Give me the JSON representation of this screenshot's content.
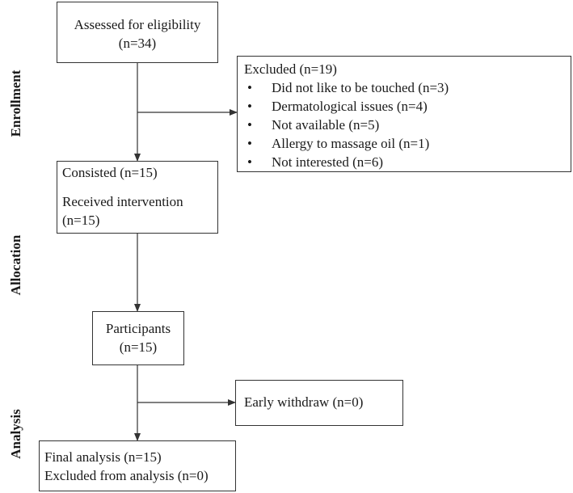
{
  "sections": {
    "enrollment": "Enrollment",
    "allocation": "Allocation",
    "analysis": "Analysis"
  },
  "assessed": {
    "line1": "Assessed for eligibility",
    "line2": "(n=34)"
  },
  "excluded": {
    "title": "Excluded (n=19)",
    "reasons": [
      "Did not like to be touched (n=3)",
      "Dermatological issues (n=4)",
      "Not available (n=5)",
      "Allergy to massage oil (n=1)",
      "Not interested (n=6)"
    ]
  },
  "consisted": {
    "line1": "Consisted (n=15)",
    "line2": "Received intervention",
    "line3": "(n=15)"
  },
  "participants": {
    "line1": "Participants",
    "line2": "(n=15)"
  },
  "withdraw": {
    "label": "Early withdraw (n=0)"
  },
  "final": {
    "line1": "Final analysis (n=15)",
    "line2": "Excluded from analysis (n=0)"
  }
}
